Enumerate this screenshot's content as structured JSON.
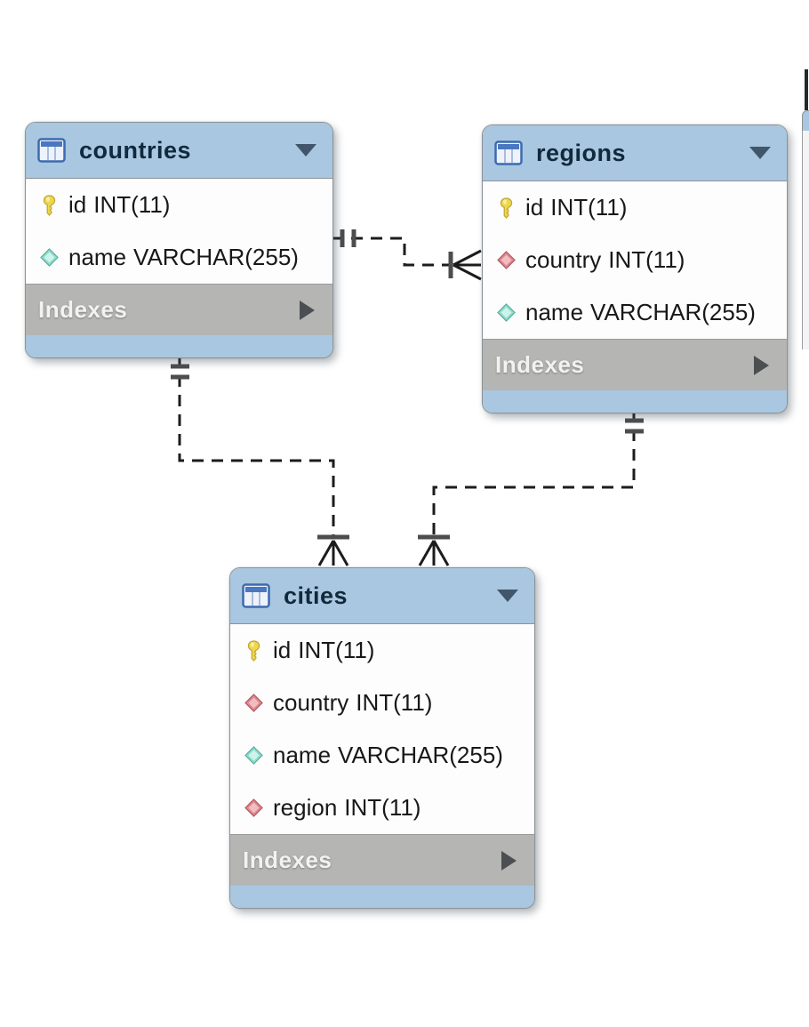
{
  "diagram": {
    "kind": "eer-database-diagram",
    "tables": [
      {
        "id": "countries",
        "title": "countries",
        "columns": [
          {
            "name": "id",
            "type": "INT(11)",
            "icon": "primary-key-icon"
          },
          {
            "name": "name",
            "type": "VARCHAR(255)",
            "icon": "attribute-teal-diamond-icon"
          }
        ],
        "footer_label": "Indexes"
      },
      {
        "id": "regions",
        "title": "regions",
        "columns": [
          {
            "name": "id",
            "type": "INT(11)",
            "icon": "primary-key-icon"
          },
          {
            "name": "country",
            "type": "INT(11)",
            "icon": "foreign-key-red-diamond-icon"
          },
          {
            "name": "name",
            "type": "VARCHAR(255)",
            "icon": "attribute-teal-diamond-icon"
          }
        ],
        "footer_label": "Indexes"
      },
      {
        "id": "cities",
        "title": "cities",
        "columns": [
          {
            "name": "id",
            "type": "INT(11)",
            "icon": "primary-key-icon"
          },
          {
            "name": "country",
            "type": "INT(11)",
            "icon": "foreign-key-red-diamond-icon"
          },
          {
            "name": "name",
            "type": "VARCHAR(255)",
            "icon": "attribute-teal-diamond-icon"
          },
          {
            "name": "region",
            "type": "INT(11)",
            "icon": "foreign-key-red-diamond-icon"
          }
        ],
        "footer_label": "Indexes"
      }
    ],
    "relationships": [
      {
        "from_table": "countries",
        "from_cardinality": "one-and-only-one",
        "to_table": "regions",
        "to_cardinality": "many",
        "line_style": "dashed",
        "identifying": false
      },
      {
        "from_table": "countries",
        "from_cardinality": "one-and-only-one",
        "to_table": "cities",
        "to_cardinality": "many",
        "line_style": "dashed",
        "identifying": false
      },
      {
        "from_table": "regions",
        "from_cardinality": "one-and-only-one",
        "to_table": "cities",
        "to_cardinality": "many",
        "line_style": "dashed",
        "identifying": false
      }
    ],
    "icons": {
      "header": "table-grid-icon",
      "header_right": "triangle-down-collapse-icon",
      "indexes_right": "triangle-right-expand-icon"
    },
    "colors": {
      "header_blue": "#a9c7e0",
      "indexes_gray": "#b5b5b4",
      "body_white": "#fdfdfd",
      "border_gray": "#8d9296",
      "title_text": "#10293d",
      "row_text": "#181818",
      "connector_black": "#1c1c1c",
      "cardinality_tick_gray": "#4d4d4d",
      "key_yellow": "#ecd74f",
      "fk_red": "#dd858c",
      "attr_teal": "#8fdccc"
    }
  }
}
